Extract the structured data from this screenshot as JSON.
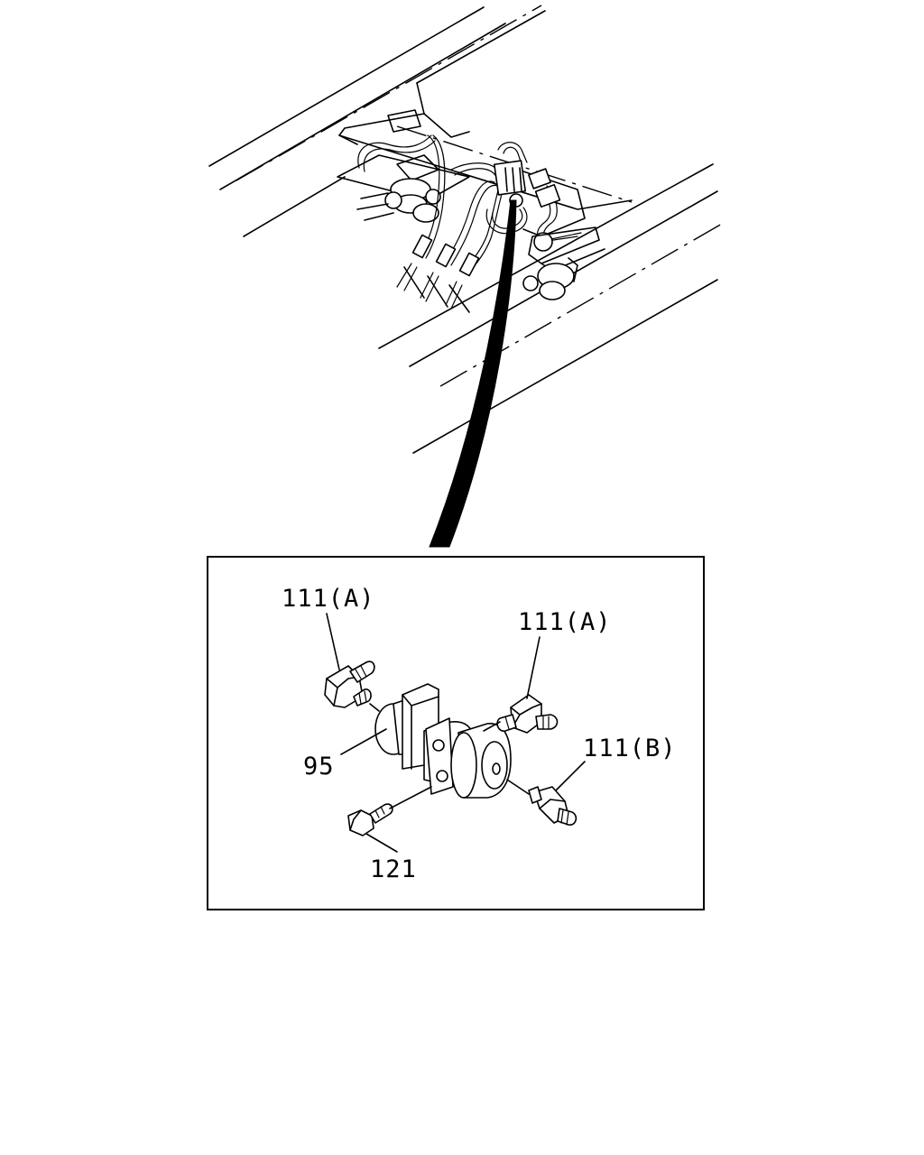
{
  "callouts": {
    "fitting_a_left": "111(A)",
    "fitting_a_right": "111(A)",
    "fitting_b": "111(B)",
    "valve": "95",
    "bolt": "121"
  }
}
